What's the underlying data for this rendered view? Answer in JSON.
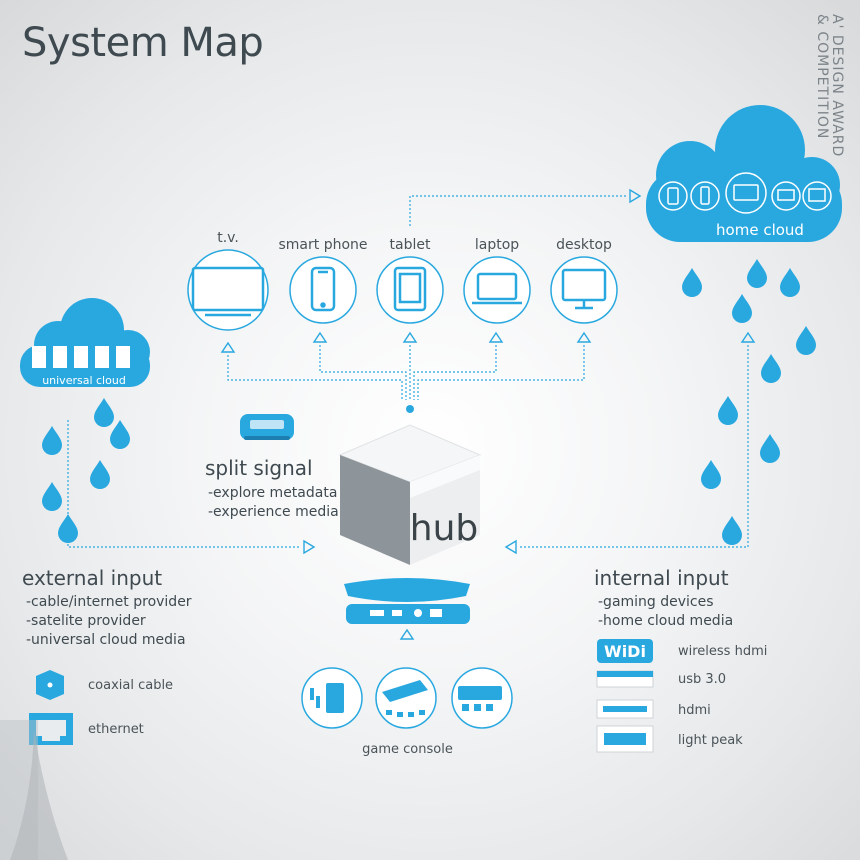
{
  "title": "System Map",
  "award": {
    "line1": "A' DESIGN AWARD",
    "line2": "& COMPETITION"
  },
  "devices": [
    {
      "label": "t.v.",
      "icon": "tv-icon"
    },
    {
      "label": "smart phone",
      "icon": "smartphone-icon"
    },
    {
      "label": "tablet",
      "icon": "tablet-icon"
    },
    {
      "label": "laptop",
      "icon": "laptop-icon"
    },
    {
      "label": "desktop",
      "icon": "desktop-icon"
    }
  ],
  "clouds": {
    "universal": "universal cloud",
    "home": "home cloud"
  },
  "hub": {
    "label": "hub"
  },
  "split_signal": {
    "heading": "split signal",
    "items": [
      "-explore metadata",
      "-experience media"
    ]
  },
  "external_input": {
    "heading": "external input",
    "items": [
      "-cable/internet provider",
      "-satelite provider",
      "-universal cloud media"
    ]
  },
  "internal_input": {
    "heading": "internal input",
    "items": [
      "-gaming devices",
      "-home cloud media"
    ]
  },
  "external_ports": [
    {
      "label": "coaxial cable",
      "icon": "coaxial-icon"
    },
    {
      "label": "ethernet",
      "icon": "ethernet-icon"
    }
  ],
  "internal_ports": [
    {
      "label": "wireless hdmi",
      "icon": "widi-icon",
      "badge": "WiDi"
    },
    {
      "label": "usb 3.0",
      "icon": "usb-icon"
    },
    {
      "label": "hdmi",
      "icon": "hdmi-icon"
    },
    {
      "label": "light peak",
      "icon": "lightpeak-icon"
    }
  ],
  "game_console": {
    "label": "game console"
  },
  "colors": {
    "accent": "#29a8e0",
    "text": "#3f4a50",
    "cube_light": "#f2f3f4",
    "cube_mid": "#9aa1a6",
    "cube_dark": "#6e767b"
  }
}
